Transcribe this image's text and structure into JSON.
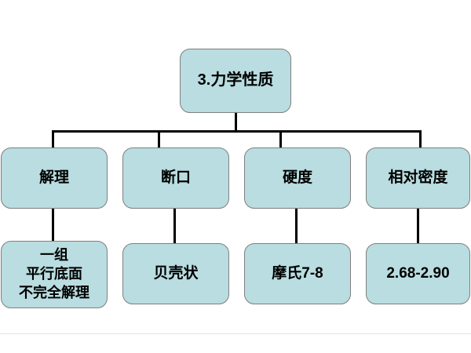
{
  "diagram": {
    "type": "org-chart",
    "colors": {
      "node_fill": "#b9dde0",
      "node_border": "#7f7f7f",
      "connector": "#000000",
      "background": "#ffffff",
      "text": "#000000"
    },
    "root": {
      "label": "3.力学性质"
    },
    "branches": [
      {
        "key": "cleavage",
        "label": "解理",
        "detail": "一组\n平行底面\n不完全解理"
      },
      {
        "key": "fracture",
        "label": "断口",
        "detail": "贝壳状"
      },
      {
        "key": "hardness",
        "label": "硬度",
        "detail": "摩氏7-8"
      },
      {
        "key": "density",
        "label": "相对密度",
        "detail": "2.68-2.90"
      }
    ]
  }
}
